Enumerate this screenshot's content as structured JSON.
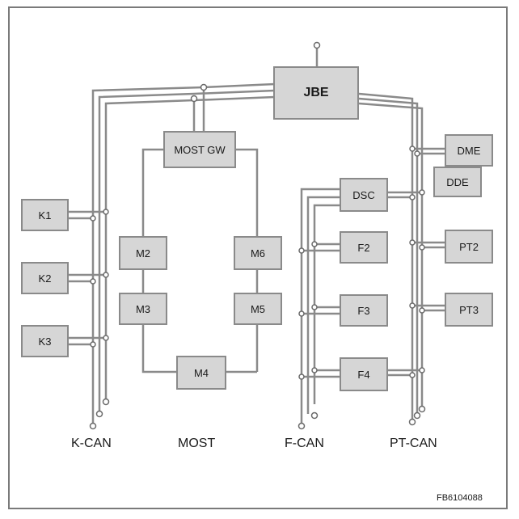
{
  "figure_id": "FB6104088",
  "modules": {
    "jbe": "JBE",
    "most_gw": "MOST GW",
    "k1": "K1",
    "k2": "K2",
    "k3": "K3",
    "m2": "M2",
    "m3": "M3",
    "m4": "M4",
    "m5": "M5",
    "m6": "M6",
    "dsc": "DSC",
    "f2": "F2",
    "f3": "F3",
    "f4": "F4",
    "dme": "DME",
    "dde": "DDE",
    "pt2": "PT2",
    "pt3": "PT3"
  },
  "buses": {
    "k_can": "K-CAN",
    "most": "MOST",
    "f_can": "F-CAN",
    "pt_can": "PT-CAN"
  },
  "colors": {
    "line": "#8a8a8a",
    "box_fill": "#d6d6d6",
    "box_border": "#8a8a8a"
  }
}
